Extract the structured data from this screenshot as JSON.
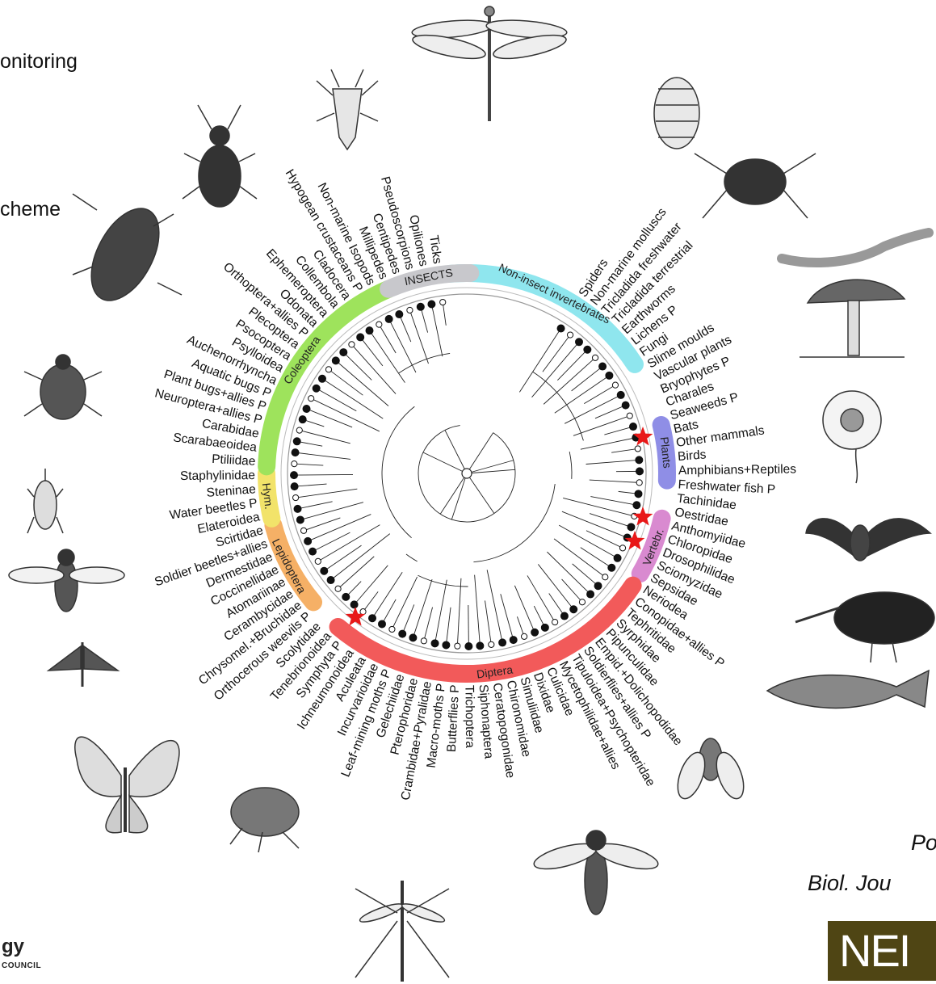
{
  "slide": {
    "fragment_1": "onitoring",
    "fragment_2": "cheme",
    "reference_line1": "Po",
    "reference_line2": "Biol. Jou",
    "logo_left": "gy",
    "logo_left_sub": "COUNCIL",
    "logo_right": "NEI"
  },
  "groups": [
    {
      "name": "INSECTS",
      "color": "#c8c8cc"
    },
    {
      "name": "Non-insect invertebrates",
      "color": "#8fe6ee"
    },
    {
      "name": "Plants",
      "color": "#8f8ee6"
    },
    {
      "name": "Vertebr.",
      "color": "#d98ad0"
    },
    {
      "name": "Diptera",
      "color": "#f25a5a"
    },
    {
      "name": "Lepidoptera",
      "color": "#f5b066"
    },
    {
      "name": "Hym.",
      "color": "#f2e36a"
    },
    {
      "name": "Coleoptera",
      "color": "#9ee35c"
    }
  ],
  "taxa": [
    "Spiders",
    "Non-marine molluscs",
    "Tricladida freshwater",
    "Tricladida terrestrial",
    "Earthworms",
    "Lichens P",
    "Fungi",
    "Slime moulds",
    "Vascular plants",
    "Bryophytes P",
    "Charales",
    "Seaweeds P",
    "Bats",
    "Other mammals",
    "Birds",
    "Amphibians+Reptiles",
    "Freshwater fish P",
    "Tachinidae",
    "Oestridae",
    "Anthomyiidae",
    "Chloropidae",
    "Drosophilidae",
    "Sciomyzidae",
    "Sepsidae",
    "Neriodea",
    "Conopidae+allies P",
    "Tephritidae",
    "Syrphidae",
    "Pipunculidae",
    "Empid.+Dolichopodidae",
    "Soldierflies+allies P",
    "Tipuloidea+Psychopteridae",
    "Mycetophilidae+allies",
    "Culicidae",
    "Dixidae",
    "Simuliidae",
    "Chironomidae",
    "Ceratopogonidae",
    "Siphonaptera",
    "Trichoptera",
    "Butterflies P",
    "Macro-moths P",
    "Crambidae+Pyralidae",
    "Pterophoridae",
    "Gelechiidae",
    "Leaf-mining moths P",
    "Incurvarioidae",
    "Aculeata",
    "Ichneumonoidea",
    "Symphyta P",
    "Tenebrionoidea",
    "Scolytidae",
    "Orthocerous weevils P",
    "Chrysomel.+Bruchidae",
    "Cerambycidae",
    "Atomariinae",
    "Coccinellidae",
    "Dermestidae",
    "Soldier beetles+allies",
    "Scirtidae",
    "Elateroidea",
    "Water beetles P",
    "Steninae",
    "Staphylinidae",
    "Ptiliidae",
    "Scarabaeoidea",
    "Carabidae",
    "Neuroptera+allies P",
    "Plant bugs+allies P",
    "Aquatic bugs P",
    "Auchenorrhyncha",
    "Psylloidea",
    "Psocoptera",
    "Plecoptera",
    "Orthoptera+allies P",
    "Odonata",
    "Ephemeroptera",
    "Collembola",
    "Cladocera",
    "Hypogean crustaceans P",
    "Non-marine Isopods",
    "Millipedes",
    "Centipedes",
    "Pseudoscorpions",
    "Opiliones",
    "Ticks"
  ],
  "icons": [
    "dragonfly-icon",
    "woodlouse-icon",
    "spider-icon",
    "earthworm-icon",
    "mushroom-icon",
    "flower-icon",
    "bat-icon",
    "oystercatcher-icon",
    "fish-icon",
    "fly-icon",
    "hoverfly-icon",
    "mosquito-icon",
    "flea-icon",
    "butterfly-icon",
    "moth-icon",
    "bee-icon",
    "weevil-icon",
    "ladybird-icon",
    "chafer-icon",
    "ground-beetle-icon",
    "shieldbug-icon"
  ]
}
